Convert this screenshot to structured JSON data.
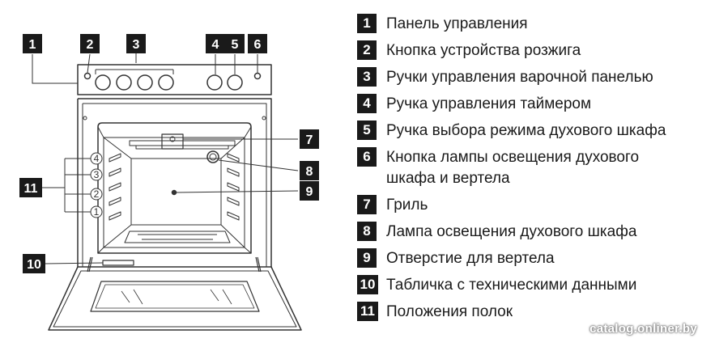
{
  "callouts": [
    "1",
    "2",
    "3",
    "4",
    "5",
    "6",
    "7",
    "8",
    "9",
    "10",
    "11"
  ],
  "shelf_numbers": [
    "4",
    "3",
    "2",
    "1"
  ],
  "legend": [
    {
      "num": "1",
      "text": "Панель управления"
    },
    {
      "num": "2",
      "text": "Кнопка устройства розжига"
    },
    {
      "num": "3",
      "text": "Ручки управления варочной панелью"
    },
    {
      "num": "4",
      "text": "Ручка управления таймером"
    },
    {
      "num": "5",
      "text": "Ручка выбора режима духового шкафа"
    },
    {
      "num": "6",
      "text": "Кнопка лампы освещения духового шкафа и вертела"
    },
    {
      "num": "7",
      "text": "Гриль"
    },
    {
      "num": "8",
      "text": "Лампа освещения духового шкафа"
    },
    {
      "num": "9",
      "text": "Отверстие для вертела"
    },
    {
      "num": "10",
      "text": "Табличка с техническими данными"
    },
    {
      "num": "11",
      "text": "Положения полок"
    }
  ],
  "watermark": "catalog.onliner.by",
  "colors": {
    "label_bg": "#1a1a1a",
    "line": "#333333",
    "text": "#1a1a1a"
  }
}
